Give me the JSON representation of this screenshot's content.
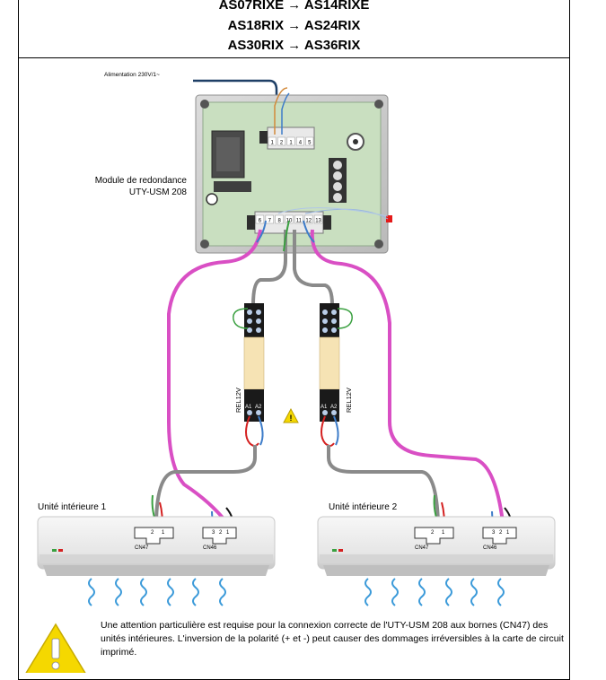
{
  "header": {
    "lines": [
      "AS07RIXE → AS14RIXE",
      "AS18RIX → AS24RIX",
      "AS30RIX → AS36RIX"
    ]
  },
  "power_label": "Alimentation 230V/1~",
  "module": {
    "label_line1": "Module de redondance",
    "label_line2": "UTY-USM 208",
    "top_terminals": [
      "1",
      "2",
      "1",
      "4",
      "5"
    ],
    "bottom_terminals": [
      "6",
      "7",
      "8",
      "10",
      "11",
      "12",
      "13"
    ]
  },
  "relays": [
    {
      "label": "REL12V",
      "coil_left": "A1",
      "coil_right": "A2"
    },
    {
      "label": "REL12V",
      "coil_left": "A1",
      "coil_right": "A2"
    }
  ],
  "indoor_units": [
    {
      "label": "Unité intérieure 1",
      "connector_a": "CN47",
      "connector_b": "CN46",
      "pins_a": [
        "2",
        "1"
      ],
      "pins_b": [
        "3",
        "2",
        "1"
      ]
    },
    {
      "label": "Unité intérieure 2",
      "connector_a": "CN47",
      "connector_b": "CN46",
      "pins_a": [
        "2",
        "1"
      ],
      "pins_b": [
        "3",
        "2",
        "1"
      ]
    }
  ],
  "warning": {
    "text": "Une attention particulière est requise pour la connexion correcte de l'UTY-USM 208 aux bornes (CN47) des unités intérieures. L'inversion de la polarité (+ et -) peut causer des dommages irréversibles à la carte de circuit imprimé."
  },
  "colors": {
    "pcb": "#c9dfc0",
    "wire_magenta": "#d94fc4",
    "wire_gray": "#8a8a8a",
    "wire_blue": "#3d7cc9",
    "wire_red": "#d42020",
    "wire_green": "#3aa040",
    "wire_black": "#111111",
    "relay_label": "#f6e3b4",
    "air_blue": "#3b9ad9",
    "warning_yellow": "#f5d800"
  }
}
